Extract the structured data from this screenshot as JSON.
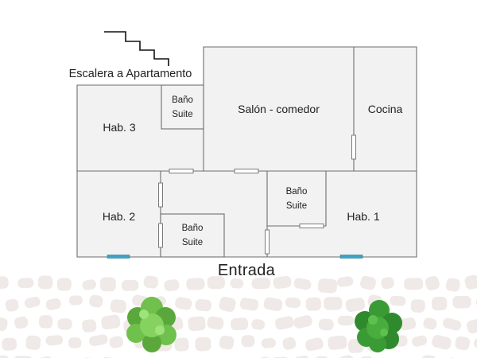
{
  "colors": {
    "wall": "#6e6e6e",
    "floor": "#f2f2f2",
    "door_teal": "#3aa3c6",
    "stone": "#efe9e7",
    "tree_light": "#6fc04c",
    "tree_dark": "#2f8a2e",
    "trunk": "#8b6b3e"
  },
  "icons": [
    "stairs-icon",
    "tree-icon",
    "paving-stones"
  ],
  "labels": {
    "stairs": "Escalera a Apartamento",
    "hab3": "Hab. 3",
    "bano_top": [
      "Baño",
      "Suite"
    ],
    "salon": "Salón - comedor",
    "cocina": "Cocina",
    "hab2": "Hab. 2",
    "bano_left": [
      "Baño",
      "Suite"
    ],
    "bano_right": [
      "Baño",
      "Suite"
    ],
    "hab1": "Hab. 1",
    "entrada": "Entrada"
  }
}
